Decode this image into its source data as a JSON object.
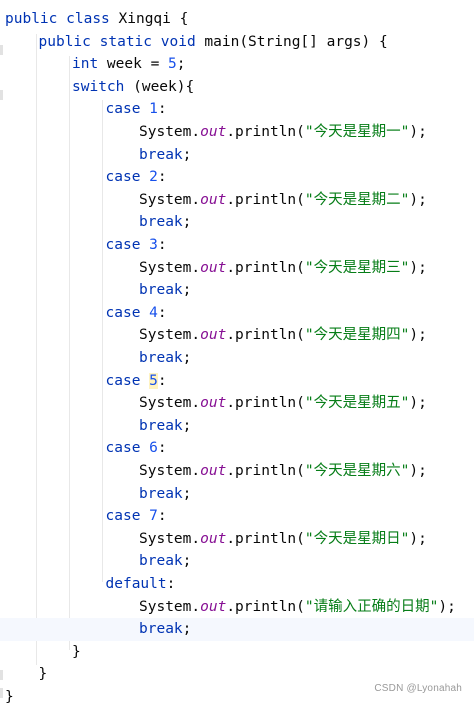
{
  "lines": [
    {
      "indent": 0,
      "tokens": [
        [
          "kw",
          "public"
        ],
        [
          "t",
          " "
        ],
        [
          "kw",
          "class"
        ],
        [
          "t",
          " Xingqi {"
        ]
      ]
    },
    {
      "indent": 1,
      "tokens": [
        [
          "kw",
          "public"
        ],
        [
          "t",
          " "
        ],
        [
          "kw",
          "static"
        ],
        [
          "t",
          " "
        ],
        [
          "kw",
          "void"
        ],
        [
          "t",
          " main(String[] args) {"
        ]
      ]
    },
    {
      "indent": 2,
      "tokens": [
        [
          "kw",
          "int"
        ],
        [
          "t",
          " week = "
        ],
        [
          "num",
          "5"
        ],
        [
          "t",
          ";"
        ]
      ]
    },
    {
      "indent": 2,
      "tokens": [
        [
          "kw",
          "switch"
        ],
        [
          "t",
          " (week){"
        ]
      ]
    },
    {
      "indent": 3,
      "tokens": [
        [
          "kw",
          "case"
        ],
        [
          "t",
          " "
        ],
        [
          "num",
          "1"
        ],
        [
          "t",
          ":"
        ]
      ]
    },
    {
      "indent": 4,
      "tokens": [
        [
          "t",
          "System."
        ],
        [
          "fld",
          "out"
        ],
        [
          "t",
          ".println("
        ],
        [
          "str",
          "\"今天是星期一\""
        ],
        [
          "t",
          ");"
        ]
      ]
    },
    {
      "indent": 4,
      "tokens": [
        [
          "kw",
          "break"
        ],
        [
          "t",
          ";"
        ]
      ]
    },
    {
      "indent": 3,
      "tokens": [
        [
          "kw",
          "case"
        ],
        [
          "t",
          " "
        ],
        [
          "num",
          "2"
        ],
        [
          "t",
          ":"
        ]
      ]
    },
    {
      "indent": 4,
      "tokens": [
        [
          "t",
          "System."
        ],
        [
          "fld",
          "out"
        ],
        [
          "t",
          ".println("
        ],
        [
          "str",
          "\"今天是星期二\""
        ],
        [
          "t",
          ");"
        ]
      ]
    },
    {
      "indent": 4,
      "tokens": [
        [
          "kw",
          "break"
        ],
        [
          "t",
          ";"
        ]
      ]
    },
    {
      "indent": 3,
      "tokens": [
        [
          "kw",
          "case"
        ],
        [
          "t",
          " "
        ],
        [
          "num",
          "3"
        ],
        [
          "t",
          ":"
        ]
      ]
    },
    {
      "indent": 4,
      "tokens": [
        [
          "t",
          "System."
        ],
        [
          "fld",
          "out"
        ],
        [
          "t",
          ".println("
        ],
        [
          "str",
          "\"今天是星期三\""
        ],
        [
          "t",
          ");"
        ]
      ]
    },
    {
      "indent": 4,
      "tokens": [
        [
          "kw",
          "break"
        ],
        [
          "t",
          ";"
        ]
      ]
    },
    {
      "indent": 3,
      "tokens": [
        [
          "kw",
          "case"
        ],
        [
          "t",
          " "
        ],
        [
          "num",
          "4"
        ],
        [
          "t",
          ":"
        ]
      ]
    },
    {
      "indent": 4,
      "tokens": [
        [
          "t",
          "System."
        ],
        [
          "fld",
          "out"
        ],
        [
          "t",
          ".println("
        ],
        [
          "str",
          "\"今天是星期四\""
        ],
        [
          "t",
          ");"
        ]
      ]
    },
    {
      "indent": 4,
      "tokens": [
        [
          "kw",
          "break"
        ],
        [
          "t",
          ";"
        ]
      ]
    },
    {
      "indent": 3,
      "tokens": [
        [
          "kw",
          "case"
        ],
        [
          "t",
          " "
        ],
        [
          "num5",
          "5"
        ],
        [
          "t",
          ":"
        ]
      ]
    },
    {
      "indent": 4,
      "tokens": [
        [
          "t",
          "System."
        ],
        [
          "fld",
          "out"
        ],
        [
          "t",
          ".println("
        ],
        [
          "str",
          "\"今天是星期五\""
        ],
        [
          "t",
          ");"
        ]
      ]
    },
    {
      "indent": 4,
      "tokens": [
        [
          "kw",
          "break"
        ],
        [
          "t",
          ";"
        ]
      ]
    },
    {
      "indent": 3,
      "tokens": [
        [
          "kw",
          "case"
        ],
        [
          "t",
          " "
        ],
        [
          "num",
          "6"
        ],
        [
          "t",
          ":"
        ]
      ]
    },
    {
      "indent": 4,
      "tokens": [
        [
          "t",
          "System."
        ],
        [
          "fld",
          "out"
        ],
        [
          "t",
          ".println("
        ],
        [
          "str",
          "\"今天是星期六\""
        ],
        [
          "t",
          ");"
        ]
      ]
    },
    {
      "indent": 4,
      "tokens": [
        [
          "kw",
          "break"
        ],
        [
          "t",
          ";"
        ]
      ]
    },
    {
      "indent": 3,
      "tokens": [
        [
          "kw",
          "case"
        ],
        [
          "t",
          " "
        ],
        [
          "num",
          "7"
        ],
        [
          "t",
          ":"
        ]
      ]
    },
    {
      "indent": 4,
      "tokens": [
        [
          "t",
          "System."
        ],
        [
          "fld",
          "out"
        ],
        [
          "t",
          ".println("
        ],
        [
          "str",
          "\"今天是星期日\""
        ],
        [
          "t",
          ");"
        ]
      ]
    },
    {
      "indent": 4,
      "tokens": [
        [
          "kw",
          "break"
        ],
        [
          "t",
          ";"
        ]
      ]
    },
    {
      "indent": 3,
      "tokens": [
        [
          "kw",
          "default"
        ],
        [
          "t",
          ":"
        ]
      ]
    },
    {
      "indent": 4,
      "tokens": [
        [
          "t",
          "System."
        ],
        [
          "fld",
          "out"
        ],
        [
          "t",
          ".println("
        ],
        [
          "str",
          "\"请输入正确的日期\""
        ],
        [
          "t",
          ");"
        ]
      ]
    },
    {
      "indent": 4,
      "highlight": true,
      "tokens": [
        [
          "kw",
          "break"
        ],
        [
          "t",
          ";"
        ]
      ]
    },
    {
      "indent": 2,
      "tokens": [
        [
          "t",
          "}"
        ]
      ]
    },
    {
      "indent": 1,
      "tokens": [
        [
          "t",
          "}"
        ]
      ]
    },
    {
      "indent": 0,
      "tokens": [
        [
          "t",
          "}"
        ]
      ]
    }
  ],
  "watermark": "CSDN @Lyonahah"
}
